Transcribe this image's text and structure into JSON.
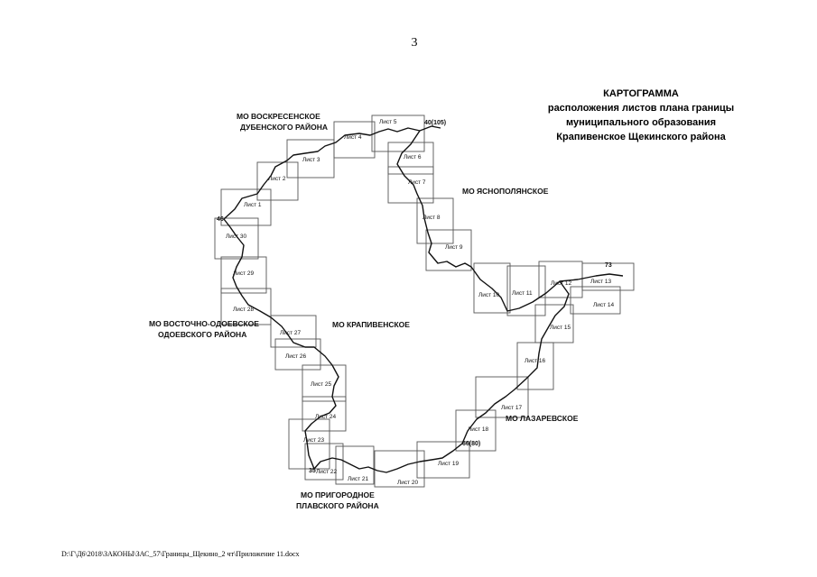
{
  "page_number": "3",
  "title_lines": [
    "КАРТОГРАММА",
    "расположения листов плана границы",
    "муниципального образования",
    "Крапивенское Щекинского района"
  ],
  "municipality_labels": {
    "voskresenskoe_1": "МО ВОСКРЕСЕНСКОЕ",
    "voskresenskoe_2": "ДУБЕНСКОГО РАЙОНА",
    "yasnopolyanskoe": "МО ЯСНОПОЛЯНСКОЕ",
    "vostochno_1": "МО ВОСТОЧНО-ОДОЕВСКОЕ",
    "vostochno_2": "ОДОЕВСКОГО РАЙОНА",
    "krapivenskoe": "МО КРАПИВЕНСКОЕ",
    "lazarevskoe": "МО ЛАЗАРЕВСКОЕ",
    "prigorodnoe_1": "МО ПРИГОРОДНОЕ",
    "prigorodnoe_2": "ПЛАВСКОГО РАЙОНА"
  },
  "point_labels": [
    "40(105)",
    "73",
    "66(80)",
    "35",
    "46"
  ],
  "sheets": [
    {
      "label": "Лист 1"
    },
    {
      "label": "Лист 2"
    },
    {
      "label": "Лист 3"
    },
    {
      "label": "Лист 4"
    },
    {
      "label": "Лист 5"
    },
    {
      "label": "Лист 6"
    },
    {
      "label": "Лист 7"
    },
    {
      "label": "Лист 8"
    },
    {
      "label": "Лист 9"
    },
    {
      "label": "Лист 10"
    },
    {
      "label": "Лист 11"
    },
    {
      "label": "Лист 12"
    },
    {
      "label": "Лист 13"
    },
    {
      "label": "Лист 14"
    },
    {
      "label": "Лист 15"
    },
    {
      "label": "Лист 16"
    },
    {
      "label": "Лист 17"
    },
    {
      "label": "Лист 18"
    },
    {
      "label": "Лист 19"
    },
    {
      "label": "Лист 20"
    },
    {
      "label": "Лист 21"
    },
    {
      "label": "Лист 22"
    },
    {
      "label": "Лист 23"
    },
    {
      "label": "Лист 24"
    },
    {
      "label": "Лист 25"
    },
    {
      "label": "Лист 26"
    },
    {
      "label": "Лист 27"
    },
    {
      "label": "Лист 28"
    },
    {
      "label": "Лист 29"
    },
    {
      "label": "Лист 30"
    }
  ],
  "footer_path": "D:\\Г\\Д6\\2018\\ЗАКОНЫ\\ЗАС_57\\Границы_Щекино_2 чт\\Приложение 11.docx"
}
